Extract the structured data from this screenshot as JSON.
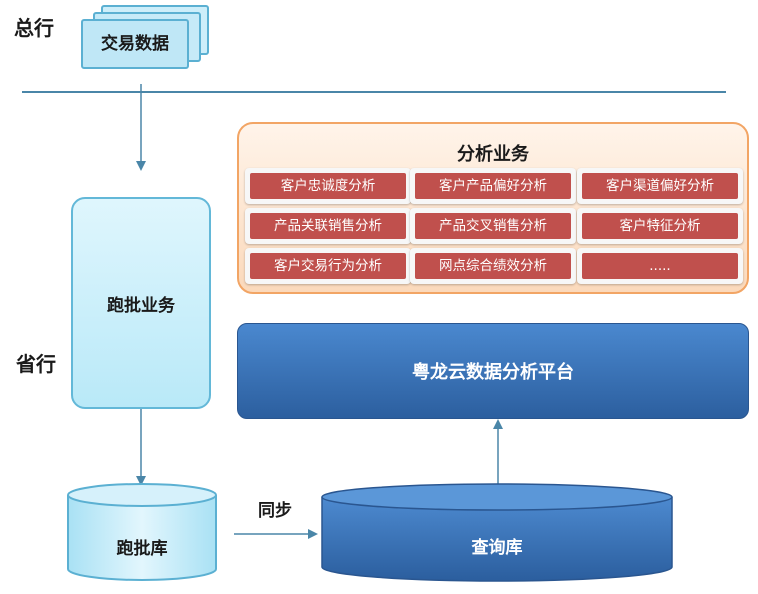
{
  "labels": {
    "head_office": "总行",
    "province": "省行",
    "sync": "同步"
  },
  "trade_data": "交易数据",
  "batch_business": "跑批业务",
  "batch_db": "跑批库",
  "query_db": "查询库",
  "analysis": {
    "title": "分析业务",
    "items": [
      "客户忠诚度分析",
      "客户产品偏好分析",
      "客户渠道偏好分析",
      "产品关联销售分析",
      "产品交叉销售分析",
      "客户特征分析",
      "客户交易行为分析",
      "网点综合绩效分析",
      "....."
    ]
  },
  "platform": "粤龙云数据分析平台",
  "colors": {
    "line": "#4a86a8",
    "analysis_cell": "#c0504d",
    "platform": "#2c5f9f",
    "panel_border": "#f2a565"
  }
}
